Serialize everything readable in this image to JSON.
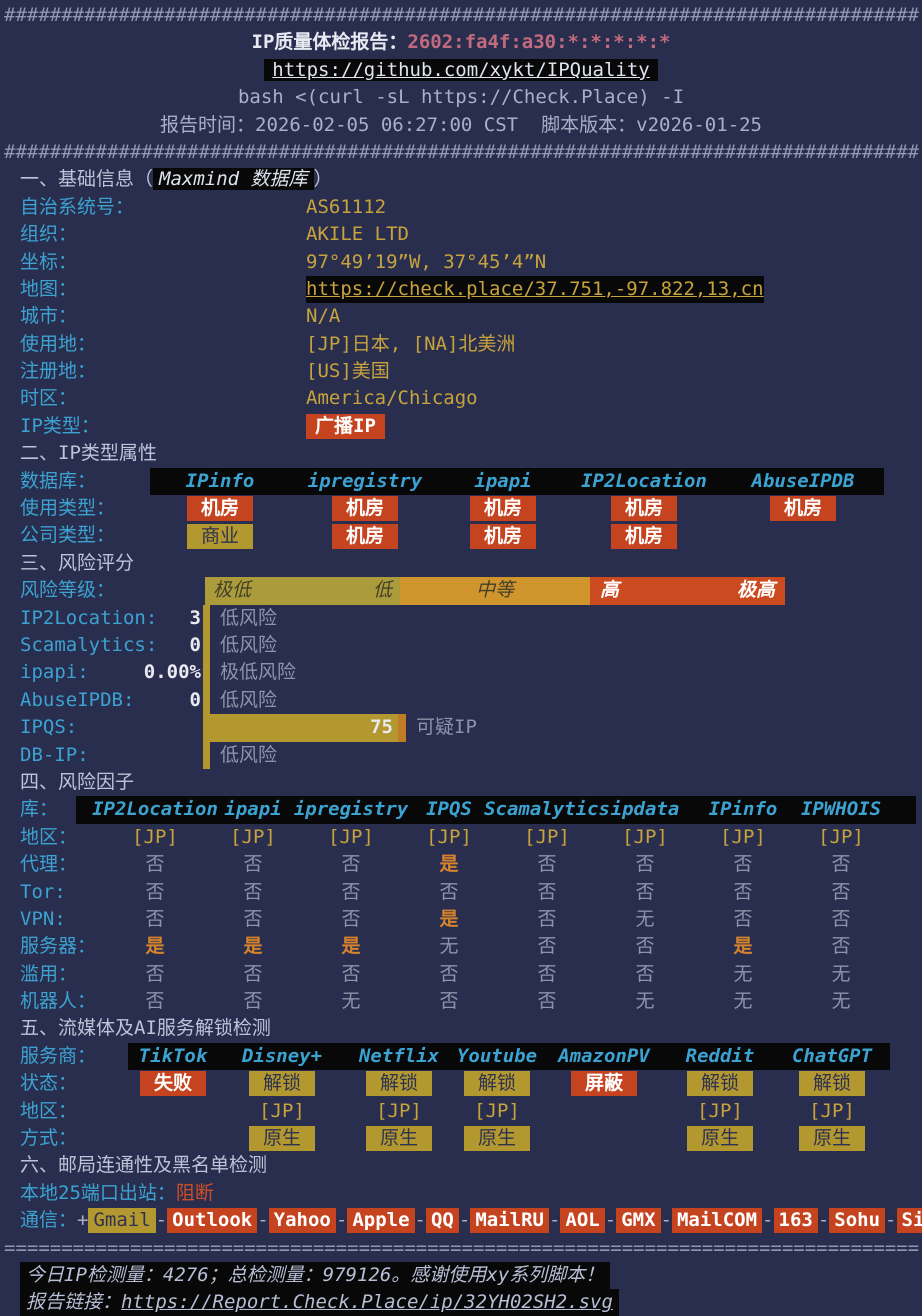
{
  "palette": {
    "background": "#2a2e4e",
    "cyan": "#3ba2d1",
    "yellow": "#c7a33c",
    "badge_yellow": "#b3982f",
    "badge_red": "#c64320",
    "orange": "#d5832d",
    "pink": "#c36b7e",
    "gray": "#a8b0c8",
    "cell_gray": "#8d93aa",
    "white": "#e8eaf2",
    "black": "#080808",
    "ribbon_olive": "#ab9b3a",
    "ribbon_amber": "#d0952c",
    "ribbon_red": "#cc4a20"
  },
  "chrome": {
    "hash_line": "################################################################################",
    "equals_line": "================================================================================"
  },
  "header": {
    "title_label": "IP质量体检报告：",
    "ip": "2602:fa4f:a30:*:*:*:*:*",
    "github_url": "https://github.com/xykt/IPQuality",
    "command": "bash <(curl -sL https://Check.Place) -I",
    "report_time_label": "报告时间：",
    "report_time": "2026-02-05 06:27:00 CST",
    "version_label": "脚本版本：",
    "version": "v2026-01-25"
  },
  "section1": {
    "title_prefix": "一、基础信息（",
    "title_highlight": "Maxmind 数据库",
    "title_suffix": "）",
    "rows": [
      {
        "label": "自治系统号：",
        "value": "AS61112",
        "type": "plain"
      },
      {
        "label": "组织：",
        "value": "AKILE LTD",
        "type": "plain"
      },
      {
        "label": "坐标：",
        "value": "97°49’19”W, 37°45’4”N",
        "type": "plain"
      },
      {
        "label": "地图：",
        "value": "https://check.place/37.751,-97.822,13,cn",
        "type": "link"
      },
      {
        "label": "城市：",
        "value": "N/A",
        "type": "plain"
      },
      {
        "label": "使用地：",
        "value": "[JP]日本, [NA]北美洲",
        "type": "plain"
      },
      {
        "label": "注册地：",
        "value": "[US]美国",
        "type": "plain"
      },
      {
        "label": "时区：",
        "value": "America/Chicago",
        "type": "plain"
      },
      {
        "label": "IP类型：",
        "value": "广播IP",
        "type": "badge-red"
      }
    ]
  },
  "section2": {
    "title": "二、IP类型属性",
    "db_label": "数据库：",
    "headers": [
      "IPinfo",
      "ipregistry",
      "ipapi",
      "IP2Location",
      "AbuseIPDB"
    ],
    "rows": [
      {
        "label": "使用类型：",
        "cells": [
          {
            "t": "机房",
            "s": "red"
          },
          {
            "t": "机房",
            "s": "red"
          },
          {
            "t": "机房",
            "s": "red"
          },
          {
            "t": "机房",
            "s": "red"
          },
          {
            "t": "机房",
            "s": "red"
          }
        ]
      },
      {
        "label": "公司类型：",
        "cells": [
          {
            "t": "商业",
            "s": "yellow"
          },
          {
            "t": "机房",
            "s": "red"
          },
          {
            "t": "机房",
            "s": "red"
          },
          {
            "t": "机房",
            "s": "red"
          },
          {
            "t": "",
            "s": "none"
          }
        ]
      }
    ]
  },
  "section3": {
    "title": "三、风险评分",
    "scale_label": "风险等级：",
    "scale": [
      "极低",
      "低",
      "中等",
      "高",
      "极高"
    ],
    "scores": [
      {
        "label": "IP2Location:",
        "value": "3",
        "desc": "低风险",
        "fill": 0
      },
      {
        "label": "Scamalytics:",
        "value": "0",
        "desc": "低风险",
        "fill": 0
      },
      {
        "label": "ipapi:",
        "value": "0.00%",
        "desc": "极低风险",
        "fill": 0
      },
      {
        "label": "AbuseIPDB:",
        "value": "0",
        "desc": "低风险",
        "fill": 0
      },
      {
        "label": "IPQS:",
        "value": "75",
        "desc": "可疑IP",
        "fill": 195
      },
      {
        "label": "DB-IP:",
        "value": "",
        "desc": "低风险",
        "fill": 0
      }
    ]
  },
  "section4": {
    "title": "四、风险因子",
    "db_label": "库：",
    "headers": [
      "IP2Location",
      "ipapi",
      "ipregistry",
      "IPQS",
      "Scamalytics",
      "ipdata",
      "IPinfo",
      "IPWHOIS"
    ],
    "rows": [
      {
        "label": "地区：",
        "cells": [
          "[JP]",
          "[JP]",
          "[JP]",
          "[JP]",
          "[JP]",
          "[JP]",
          "[JP]",
          "[JP]"
        ]
      },
      {
        "label": "代理：",
        "cells": [
          "否",
          "否",
          "否",
          "是",
          "否",
          "否",
          "否",
          "否"
        ]
      },
      {
        "label": "Tor:",
        "cells": [
          "否",
          "否",
          "否",
          "否",
          "否",
          "否",
          "否",
          "否"
        ]
      },
      {
        "label": "VPN:",
        "cells": [
          "否",
          "否",
          "否",
          "是",
          "否",
          "无",
          "否",
          "否"
        ]
      },
      {
        "label": "服务器：",
        "cells": [
          "是",
          "是",
          "是",
          "无",
          "否",
          "否",
          "是",
          "否"
        ]
      },
      {
        "label": "滥用：",
        "cells": [
          "否",
          "否",
          "否",
          "否",
          "否",
          "否",
          "无",
          "无"
        ]
      },
      {
        "label": "机器人：",
        "cells": [
          "否",
          "否",
          "无",
          "否",
          "否",
          "无",
          "无",
          "无"
        ]
      }
    ]
  },
  "section5": {
    "title": "五、流媒体及AI服务解锁检测",
    "db_label": "服务商：",
    "headers": [
      "TikTok",
      "Disney+",
      "Netflix",
      "Youtube",
      "AmazonPV",
      "Reddit",
      "ChatGPT"
    ],
    "rows": [
      {
        "label": "状态：",
        "cells": [
          {
            "t": "失败",
            "s": "red"
          },
          {
            "t": "解锁",
            "s": "yellow"
          },
          {
            "t": "解锁",
            "s": "yellow"
          },
          {
            "t": "解锁",
            "s": "yellow"
          },
          {
            "t": "屏蔽",
            "s": "red"
          },
          {
            "t": "解锁",
            "s": "yellow"
          },
          {
            "t": "解锁",
            "s": "yellow"
          }
        ]
      },
      {
        "label": "地区：",
        "cells": [
          {
            "t": "",
            "s": "none"
          },
          {
            "t": "[JP]",
            "s": "region"
          },
          {
            "t": "[JP]",
            "s": "region"
          },
          {
            "t": "[JP]",
            "s": "region"
          },
          {
            "t": "",
            "s": "none"
          },
          {
            "t": "[JP]",
            "s": "region"
          },
          {
            "t": "[JP]",
            "s": "region"
          }
        ]
      },
      {
        "label": "方式：",
        "cells": [
          {
            "t": "",
            "s": "none"
          },
          {
            "t": "原生",
            "s": "yellow"
          },
          {
            "t": "原生",
            "s": "yellow"
          },
          {
            "t": "原生",
            "s": "yellow"
          },
          {
            "t": "",
            "s": "none"
          },
          {
            "t": "原生",
            "s": "yellow"
          },
          {
            "t": "原生",
            "s": "yellow"
          }
        ]
      }
    ]
  },
  "section6": {
    "title": "六、邮局连通性及黑名单检测",
    "port_label": "本地25端口出站：",
    "port_status": "阻断",
    "mail_label": "通信：",
    "mail": [
      {
        "name": "Gmail",
        "ok": true
      },
      {
        "name": "Outlook",
        "ok": false
      },
      {
        "name": "Yahoo",
        "ok": false
      },
      {
        "name": "Apple",
        "ok": false
      },
      {
        "name": "QQ",
        "ok": false
      },
      {
        "name": "MailRU",
        "ok": false
      },
      {
        "name": "AOL",
        "ok": false
      },
      {
        "name": "GMX",
        "ok": false
      },
      {
        "name": "MailCOM",
        "ok": false
      },
      {
        "name": "163",
        "ok": false
      },
      {
        "name": "Sohu",
        "ok": false
      },
      {
        "name": "Sina",
        "ok": false
      }
    ]
  },
  "footer": {
    "stats": "今日IP检测量：4276；总检测量：979126。感谢使用xy系列脚本！",
    "link_label": "报告链接：",
    "link_url": "https://Report.Check.Place/ip/32YH02SH2.svg"
  }
}
